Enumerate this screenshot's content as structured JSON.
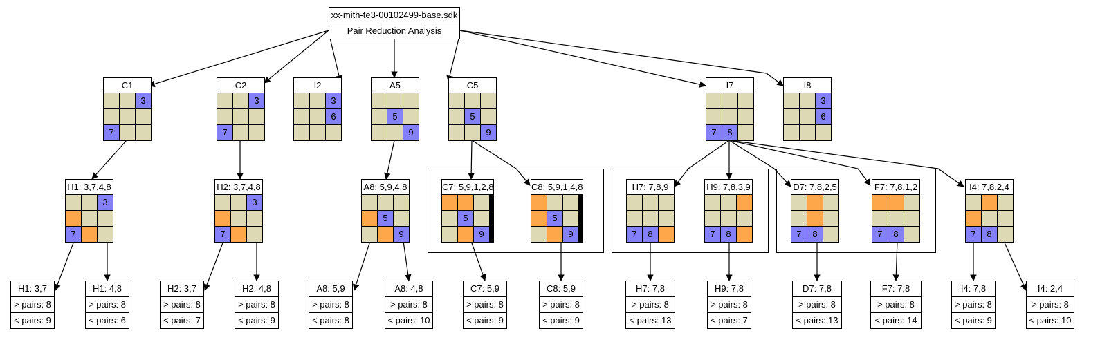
{
  "root": {
    "filename": "xx-mith-te3-00102499-base.sdk",
    "subtitle": "Pair Reduction Analysis"
  },
  "colors": {
    "cell": "#dcd9b4",
    "blue": "#8480f7",
    "orange": "#fda64a"
  },
  "level1": [
    {
      "id": "C1",
      "title": "C1",
      "cells": [
        [
          "",
          ""
        ],
        [
          "",
          ""
        ],
        [
          "b",
          "3"
        ],
        [
          "",
          ""
        ],
        [
          "",
          ""
        ],
        [
          "",
          ""
        ],
        [
          "b",
          "7"
        ],
        [
          "",
          ""
        ],
        [
          "",
          ""
        ]
      ]
    },
    {
      "id": "C2",
      "title": "C2",
      "cells": [
        [
          "",
          ""
        ],
        [
          "",
          ""
        ],
        [
          "b",
          "3"
        ],
        [
          "",
          ""
        ],
        [
          "",
          ""
        ],
        [
          "",
          ""
        ],
        [
          "b",
          "7"
        ],
        [
          "",
          ""
        ],
        [
          "",
          ""
        ]
      ]
    },
    {
      "id": "I2",
      "title": "I2",
      "cells": [
        [
          "",
          ""
        ],
        [
          "",
          ""
        ],
        [
          "b",
          "3"
        ],
        [
          "",
          ""
        ],
        [
          "",
          ""
        ],
        [
          "b",
          "6"
        ],
        [
          "",
          ""
        ],
        [
          "",
          ""
        ],
        [
          "",
          ""
        ]
      ]
    },
    {
      "id": "A5",
      "title": "A5",
      "cells": [
        [
          "",
          ""
        ],
        [
          "",
          ""
        ],
        [
          "",
          ""
        ],
        [
          "",
          ""
        ],
        [
          "b",
          "5"
        ],
        [
          "",
          ""
        ],
        [
          "",
          ""
        ],
        [
          "",
          ""
        ],
        [
          "b",
          "9"
        ]
      ]
    },
    {
      "id": "C5",
      "title": "C5",
      "cells": [
        [
          "",
          ""
        ],
        [
          "",
          ""
        ],
        [
          "",
          ""
        ],
        [
          "",
          ""
        ],
        [
          "b",
          "5"
        ],
        [
          "",
          ""
        ],
        [
          "",
          ""
        ],
        [
          "",
          ""
        ],
        [
          "b",
          "9"
        ]
      ]
    },
    {
      "id": "I7",
      "title": "I7",
      "cells": [
        [
          "",
          ""
        ],
        [
          "",
          ""
        ],
        [
          "",
          ""
        ],
        [
          "",
          ""
        ],
        [
          "",
          ""
        ],
        [
          "",
          ""
        ],
        [
          "b",
          "7"
        ],
        [
          "b",
          "8"
        ],
        [
          "",
          ""
        ]
      ]
    },
    {
      "id": "I8",
      "title": "I8",
      "cells": [
        [
          "",
          ""
        ],
        [
          "",
          ""
        ],
        [
          "b",
          "3"
        ],
        [
          "",
          ""
        ],
        [
          "",
          ""
        ],
        [
          "b",
          "6"
        ],
        [
          "",
          ""
        ],
        [
          "",
          ""
        ],
        [
          "",
          ""
        ]
      ]
    }
  ],
  "level2": [
    {
      "id": "H1",
      "title": "H1: 3,7,4,8",
      "cells": [
        [
          "",
          ""
        ],
        [
          "",
          ""
        ],
        [
          "b",
          "3"
        ],
        [
          "o",
          ""
        ],
        [
          "",
          ""
        ],
        [
          "",
          ""
        ],
        [
          "b",
          "7"
        ],
        [
          "o",
          ""
        ],
        [
          "",
          ""
        ]
      ]
    },
    {
      "id": "H2",
      "title": "H2: 3,7,4,8",
      "cells": [
        [
          "",
          ""
        ],
        [
          "",
          ""
        ],
        [
          "b",
          "3"
        ],
        [
          "o",
          ""
        ],
        [
          "",
          ""
        ],
        [
          "",
          ""
        ],
        [
          "b",
          "7"
        ],
        [
          "o",
          ""
        ],
        [
          "",
          ""
        ]
      ]
    },
    {
      "id": "A8",
      "title": "A8: 5,9,4,8",
      "cells": [
        [
          "",
          ""
        ],
        [
          "",
          ""
        ],
        [
          "",
          ""
        ],
        [
          "o",
          ""
        ],
        [
          "b",
          "5"
        ],
        [
          "",
          ""
        ],
        [
          "",
          ""
        ],
        [
          "o",
          ""
        ],
        [
          "b",
          "9"
        ]
      ]
    },
    {
      "id": "C7",
      "title": "C7: 5,9,1,2,8",
      "cells": [
        [
          "o",
          ""
        ],
        [
          "o",
          ""
        ],
        [
          "",
          ""
        ],
        [
          "",
          ""
        ],
        [
          "b",
          "5"
        ],
        [
          "",
          ""
        ],
        [
          "",
          ""
        ],
        [
          "o",
          ""
        ],
        [
          "b",
          "9"
        ]
      ]
    },
    {
      "id": "C8",
      "title": "C8: 5,9,1,4,8",
      "cells": [
        [
          "o",
          ""
        ],
        [
          "",
          ""
        ],
        [
          "",
          ""
        ],
        [
          "o",
          ""
        ],
        [
          "b",
          "5"
        ],
        [
          "",
          ""
        ],
        [
          "",
          ""
        ],
        [
          "o",
          ""
        ],
        [
          "b",
          "9"
        ]
      ]
    },
    {
      "id": "H7",
      "title": "H7: 7,8,9",
      "cells": [
        [
          "",
          ""
        ],
        [
          "",
          ""
        ],
        [
          "",
          ""
        ],
        [
          "",
          ""
        ],
        [
          "",
          ""
        ],
        [
          "",
          ""
        ],
        [
          "b",
          "7"
        ],
        [
          "b",
          "8"
        ],
        [
          "o",
          ""
        ]
      ]
    },
    {
      "id": "H9",
      "title": "H9: 7,8,3,9",
      "cells": [
        [
          "",
          ""
        ],
        [
          "",
          ""
        ],
        [
          "o",
          ""
        ],
        [
          "",
          ""
        ],
        [
          "",
          ""
        ],
        [
          "",
          ""
        ],
        [
          "b",
          "7"
        ],
        [
          "b",
          "8"
        ],
        [
          "o",
          ""
        ]
      ]
    },
    {
      "id": "D7",
      "title": "D7: 7,8,2,5",
      "cells": [
        [
          "",
          ""
        ],
        [
          "o",
          ""
        ],
        [
          "",
          ""
        ],
        [
          "",
          ""
        ],
        [
          "o",
          ""
        ],
        [
          "",
          ""
        ],
        [
          "b",
          "7"
        ],
        [
          "b",
          "8"
        ],
        [
          "",
          ""
        ]
      ]
    },
    {
      "id": "F7",
      "title": "F7: 7,8,1,2",
      "cells": [
        [
          "o",
          ""
        ],
        [
          "o",
          ""
        ],
        [
          "",
          ""
        ],
        [
          "",
          ""
        ],
        [
          "",
          ""
        ],
        [
          "",
          ""
        ],
        [
          "b",
          "7"
        ],
        [
          "b",
          "8"
        ],
        [
          "",
          ""
        ]
      ]
    },
    {
      "id": "I4",
      "title": "I4: 7,8,2,4",
      "cells": [
        [
          "",
          ""
        ],
        [
          "o",
          ""
        ],
        [
          "",
          ""
        ],
        [
          "o",
          ""
        ],
        [
          "",
          ""
        ],
        [
          "",
          ""
        ],
        [
          "b",
          "7"
        ],
        [
          "b",
          "8"
        ],
        [
          "",
          ""
        ]
      ]
    }
  ],
  "leaves": [
    {
      "id": "L-H1-a",
      "title": "H1: 3,7",
      "gt": "> pairs: 8",
      "lt": "< pairs: 9"
    },
    {
      "id": "L-H1-b",
      "title": "H1: 4,8",
      "gt": "> pairs: 8",
      "lt": "< pairs: 6"
    },
    {
      "id": "L-H2-a",
      "title": "H2: 3,7",
      "gt": "> pairs: 8",
      "lt": "< pairs: 7"
    },
    {
      "id": "L-H2-b",
      "title": "H2: 4,8",
      "gt": "> pairs: 8",
      "lt": "< pairs: 9"
    },
    {
      "id": "L-A8-a",
      "title": "A8: 5,9",
      "gt": "> pairs: 8",
      "lt": "< pairs: 8"
    },
    {
      "id": "L-A8-b",
      "title": "A8: 4,8",
      "gt": "> pairs: 8",
      "lt": "< pairs: 10"
    },
    {
      "id": "L-C7",
      "title": "C7: 5,9",
      "gt": "> pairs: 8",
      "lt": "< pairs: 9"
    },
    {
      "id": "L-C8",
      "title": "C8: 5,9",
      "gt": "> pairs: 8",
      "lt": "< pairs: 9"
    },
    {
      "id": "L-H7",
      "title": "H7: 7,8",
      "gt": "> pairs: 8",
      "lt": "< pairs: 13"
    },
    {
      "id": "L-H9",
      "title": "H9: 7,8",
      "gt": "> pairs: 8",
      "lt": "< pairs: 7"
    },
    {
      "id": "L-D7",
      "title": "D7: 7,8",
      "gt": "> pairs: 8",
      "lt": "< pairs: 13"
    },
    {
      "id": "L-F7",
      "title": "F7: 7,8",
      "gt": "> pairs: 8",
      "lt": "< pairs: 14"
    },
    {
      "id": "L-I4-a",
      "title": "I4: 7,8",
      "gt": "> pairs: 8",
      "lt": "< pairs: 9"
    },
    {
      "id": "L-I4-b",
      "title": "I4: 2,4",
      "gt": "> pairs: 8",
      "lt": "< pairs: 10"
    }
  ]
}
